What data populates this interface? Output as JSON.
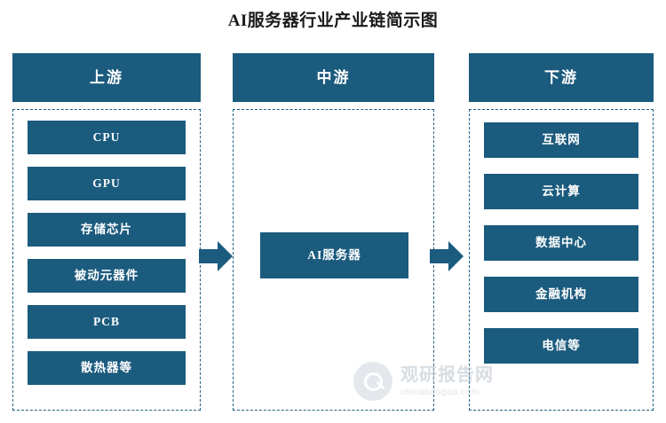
{
  "title": "AI服务器行业产业链简示图",
  "columns": {
    "upstream": {
      "header": "上游",
      "nodes": [
        {
          "label": "CPU"
        },
        {
          "label": "GPU"
        },
        {
          "label": "存储芯片"
        },
        {
          "label": "被动元器件"
        },
        {
          "label": "PCB"
        },
        {
          "label": "散热器等"
        }
      ]
    },
    "midstream": {
      "header": "中游",
      "nodes": [
        {
          "label": "AI服务器"
        }
      ]
    },
    "downstream": {
      "header": "下游",
      "nodes": [
        {
          "label": "互联网"
        },
        {
          "label": "云计算"
        },
        {
          "label": "数据中心"
        },
        {
          "label": "金融机构"
        },
        {
          "label": "电信等"
        }
      ]
    }
  },
  "arrows": [
    {
      "name": "arrow-upstream-to-midstream"
    },
    {
      "name": "arrow-midstream-to-downstream"
    }
  ],
  "watermark": {
    "main": "观研报告网",
    "sub": "chinabaogao.com"
  },
  "colors": {
    "node_fill": "#1b5b7e",
    "dashed_border": "#1f5f86",
    "text_on_node": "#ffffff",
    "title_text": "#1a1a1a",
    "background": "#ffffff"
  }
}
